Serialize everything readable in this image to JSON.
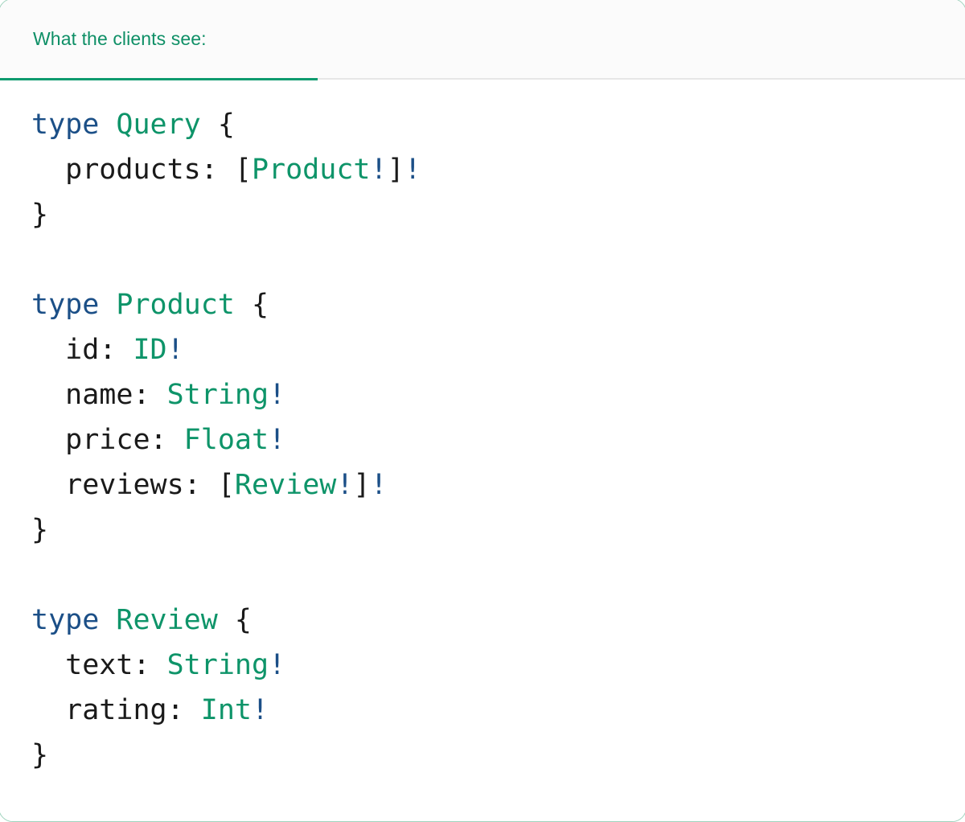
{
  "card": {
    "border_color": "#9fd3bd",
    "background": "#ffffff"
  },
  "tabbar": {
    "background": "#fbfbfb",
    "active_underline_color": "#0e9a6e",
    "tabs": [
      {
        "id": "clients-see",
        "label": "What the clients see:",
        "active": true,
        "color": "#0e8f66"
      }
    ]
  },
  "editor": {
    "language": "graphql",
    "theme": {
      "keyword": "#1b4f87",
      "type_name": "#0e9469",
      "non_null": "#1b4f87",
      "punctuation": "#1a1a1a",
      "field": "#1a1a1a",
      "background": "#ffffff"
    },
    "lines": [
      {
        "n": 1,
        "text": "type Query {",
        "tokens": [
          {
            "t": "type",
            "c": "kw"
          },
          {
            "t": " ",
            "c": "plain"
          },
          {
            "t": "Query",
            "c": "type"
          },
          {
            "t": " ",
            "c": "plain"
          },
          {
            "t": "{",
            "c": "punc"
          }
        ]
      },
      {
        "n": 2,
        "text": "  products: [Product!]!",
        "tokens": [
          {
            "t": "  ",
            "c": "plain"
          },
          {
            "t": "products",
            "c": "field"
          },
          {
            "t": ":",
            "c": "punc"
          },
          {
            "t": " ",
            "c": "plain"
          },
          {
            "t": "[",
            "c": "punc"
          },
          {
            "t": "Product",
            "c": "type"
          },
          {
            "t": "!",
            "c": "bang"
          },
          {
            "t": "]",
            "c": "punc"
          },
          {
            "t": "!",
            "c": "bang"
          }
        ]
      },
      {
        "n": 3,
        "text": "}",
        "tokens": [
          {
            "t": "}",
            "c": "punc"
          }
        ]
      },
      {
        "n": 4,
        "text": "",
        "tokens": []
      },
      {
        "n": 5,
        "text": "type Product {",
        "tokens": [
          {
            "t": "type",
            "c": "kw"
          },
          {
            "t": " ",
            "c": "plain"
          },
          {
            "t": "Product",
            "c": "type"
          },
          {
            "t": " ",
            "c": "plain"
          },
          {
            "t": "{",
            "c": "punc"
          }
        ]
      },
      {
        "n": 6,
        "text": "  id: ID!",
        "tokens": [
          {
            "t": "  ",
            "c": "plain"
          },
          {
            "t": "id",
            "c": "field"
          },
          {
            "t": ":",
            "c": "punc"
          },
          {
            "t": " ",
            "c": "plain"
          },
          {
            "t": "ID",
            "c": "type"
          },
          {
            "t": "!",
            "c": "bang"
          }
        ]
      },
      {
        "n": 7,
        "text": "  name: String!",
        "tokens": [
          {
            "t": "  ",
            "c": "plain"
          },
          {
            "t": "name",
            "c": "field"
          },
          {
            "t": ":",
            "c": "punc"
          },
          {
            "t": " ",
            "c": "plain"
          },
          {
            "t": "String",
            "c": "type"
          },
          {
            "t": "!",
            "c": "bang"
          }
        ]
      },
      {
        "n": 8,
        "text": "  price: Float!",
        "tokens": [
          {
            "t": "  ",
            "c": "plain"
          },
          {
            "t": "price",
            "c": "field"
          },
          {
            "t": ":",
            "c": "punc"
          },
          {
            "t": " ",
            "c": "plain"
          },
          {
            "t": "Float",
            "c": "type"
          },
          {
            "t": "!",
            "c": "bang"
          }
        ]
      },
      {
        "n": 9,
        "text": "  reviews: [Review!]!",
        "tokens": [
          {
            "t": "  ",
            "c": "plain"
          },
          {
            "t": "reviews",
            "c": "field"
          },
          {
            "t": ":",
            "c": "punc"
          },
          {
            "t": " ",
            "c": "plain"
          },
          {
            "t": "[",
            "c": "punc"
          },
          {
            "t": "Review",
            "c": "type"
          },
          {
            "t": "!",
            "c": "bang"
          },
          {
            "t": "]",
            "c": "punc"
          },
          {
            "t": "!",
            "c": "bang"
          }
        ]
      },
      {
        "n": 10,
        "text": "}",
        "tokens": [
          {
            "t": "}",
            "c": "punc"
          }
        ]
      },
      {
        "n": 11,
        "text": "",
        "tokens": []
      },
      {
        "n": 12,
        "text": "type Review {",
        "tokens": [
          {
            "t": "type",
            "c": "kw"
          },
          {
            "t": " ",
            "c": "plain"
          },
          {
            "t": "Review",
            "c": "type"
          },
          {
            "t": " ",
            "c": "plain"
          },
          {
            "t": "{",
            "c": "punc"
          }
        ]
      },
      {
        "n": 13,
        "text": "  text: String!",
        "tokens": [
          {
            "t": "  ",
            "c": "plain"
          },
          {
            "t": "text",
            "c": "field"
          },
          {
            "t": ":",
            "c": "punc"
          },
          {
            "t": " ",
            "c": "plain"
          },
          {
            "t": "String",
            "c": "type"
          },
          {
            "t": "!",
            "c": "bang"
          }
        ]
      },
      {
        "n": 14,
        "text": "  rating: Int!",
        "tokens": [
          {
            "t": "  ",
            "c": "plain"
          },
          {
            "t": "rating",
            "c": "field"
          },
          {
            "t": ":",
            "c": "punc"
          },
          {
            "t": " ",
            "c": "plain"
          },
          {
            "t": "Int",
            "c": "type"
          },
          {
            "t": "!",
            "c": "bang"
          }
        ]
      },
      {
        "n": 15,
        "text": "}",
        "tokens": [
          {
            "t": "}",
            "c": "punc"
          }
        ]
      }
    ]
  }
}
